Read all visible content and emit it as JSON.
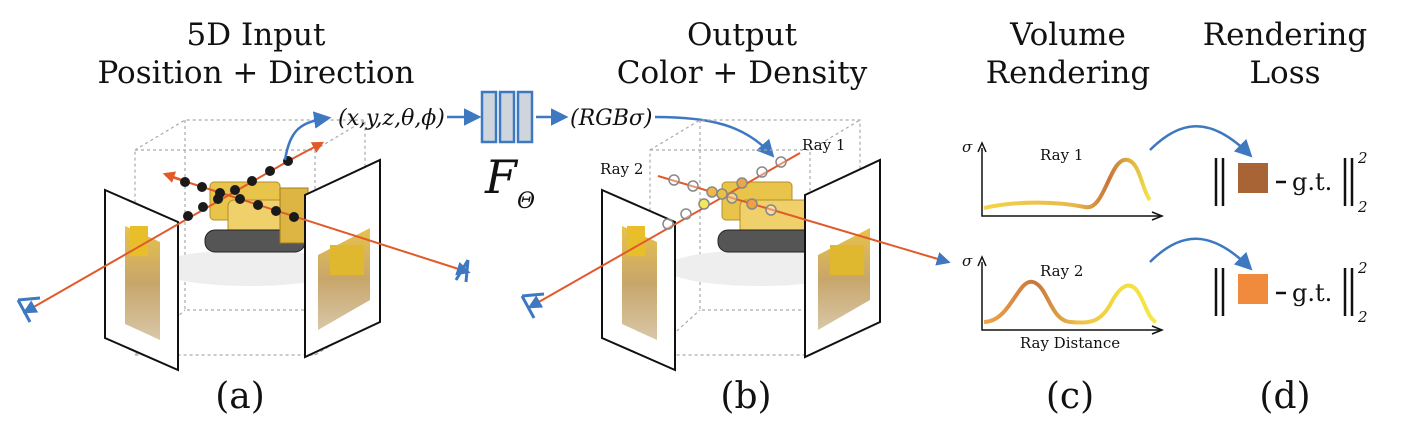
{
  "sections": {
    "a": {
      "title_line1": "5D Input",
      "title_line2": "Position + Direction",
      "label": "(a)"
    },
    "b": {
      "title_line1": "Output",
      "title_line2": "Color + Density",
      "label": "(b)"
    },
    "c": {
      "title_line1": "Volume",
      "title_line2": "Rendering",
      "label": "(c)"
    },
    "d": {
      "title_line1": "Rendering",
      "title_line2": "Loss",
      "label": "(d)"
    }
  },
  "network": {
    "input": "(x,y,z,θ,ϕ)",
    "name": "F",
    "subscript": "Θ",
    "output": "(RGBσ)"
  },
  "rays": {
    "ray1": "Ray 1",
    "ray2": "Ray 2"
  },
  "plots": {
    "y_symbol": "σ",
    "ray1_label": "Ray 1",
    "ray2_label": "Ray 2",
    "x_label": "Ray Distance"
  },
  "loss": {
    "gt": "g.t.",
    "exponent": "2",
    "subscript": "2",
    "swatch1": "#a86434",
    "swatch2": "#f08a3c"
  },
  "colors": {
    "ray": "#e05a2b",
    "arrow": "#3d78c1"
  }
}
